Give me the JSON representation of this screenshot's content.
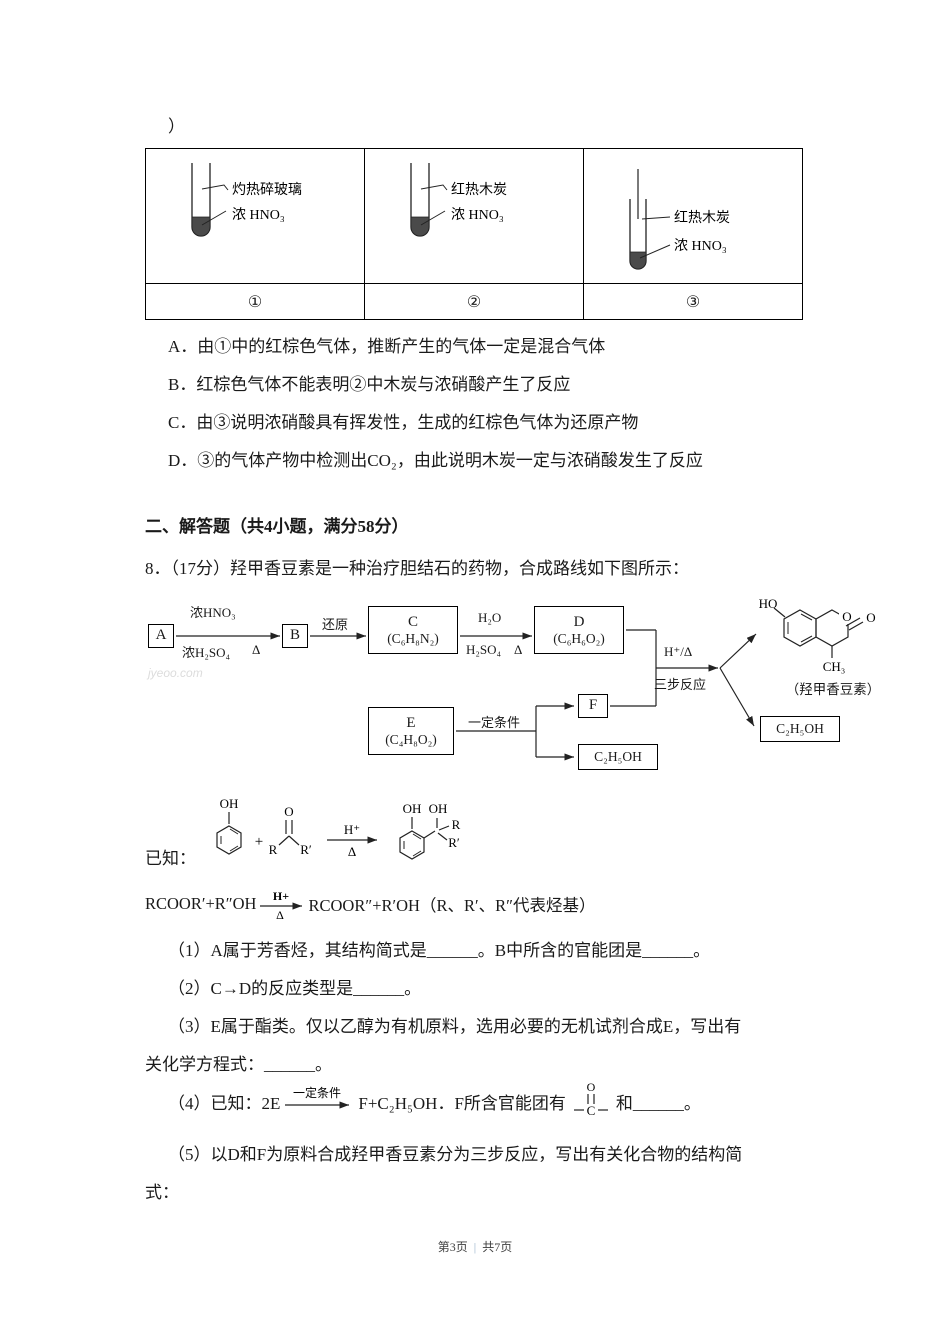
{
  "intro": {
    "close_paren": "）"
  },
  "table": {
    "cells": [
      {
        "top_label": "灼热碎玻璃",
        "bottom_label": "浓 HNO₃",
        "num": "①"
      },
      {
        "top_label": "红热木炭",
        "bottom_label": "浓 HNO₃",
        "num": "②"
      },
      {
        "top_label": "红热木炭",
        "bottom_label": "浓 HNO₃",
        "num": "③"
      }
    ]
  },
  "options": [
    "A．由①中的红棕色气体，推断产生的气体一定是混合气体",
    "B．红棕色气体不能表明②中木炭与浓硝酸产生了反应",
    "C．由③说明浓硝酸具有挥发性，生成的红棕色气体为还原产物",
    "D．③的气体产物中检测出CO₂，由此说明木炭一定与浓硝酸发生了反应"
  ],
  "section": {
    "title": "二、解答题（共4小题，满分58分）"
  },
  "q8": {
    "stem": "8．（17分）羟甲香豆素是一种治疗胆结石的药物，合成路线如下图所示："
  },
  "diagram": {
    "watermark": "jyeoo.com",
    "box_a": "A",
    "box_b": "B",
    "box_c_name": "C",
    "box_c_formula": "(C₆H₈N₂)",
    "box_d_name": "D",
    "box_d_formula": "(C₆H₆O₂)",
    "box_e_name": "E",
    "box_e_formula": "(C₄H₈O₂)",
    "box_f": "F",
    "ethanol_mid": "C₂H₅OH",
    "ethanol_right": "C₂H₅OH",
    "step1_top": "浓HNO₃",
    "step1_bottom": "浓H₂SO₄",
    "step1_delta": "Δ",
    "step2": "还原",
    "step3_top": "H₂O",
    "step3_bottom": "H₂SO₄",
    "step3_delta": "Δ",
    "step4_top": "H⁺/Δ",
    "step4_bottom": "三步反应",
    "step5": "一定条件",
    "coumarin": {
      "ho": "HO",
      "ring_o": "O",
      "carbonyl_o": "O",
      "ch3": "CH₃",
      "caption": "（羟甲香豆素）"
    }
  },
  "known": {
    "label": "已知：",
    "phenol_oh": "OH",
    "plus": "+",
    "ketone_o": "O",
    "ketone_r": "R",
    "ketone_rp": "R′",
    "arrow_top": "H⁺",
    "arrow_bottom": "Δ",
    "prod_oh1": "OH",
    "prod_oh2": "OH",
    "prod_r": "R",
    "prod_rp": "R′"
  },
  "equation": {
    "left": "RCOOR′+R″OH",
    "arrow_top": "H+",
    "arrow_bottom": "Δ",
    "right": "RCOOR″+R′OH（R、R′、R″代表烃基）"
  },
  "subq": {
    "q1": "（1）A属于芳香烃，其结构简式是______。B中所含的官能团是______。",
    "q2": "（2）C→D的反应类型是______。",
    "q3a": "（3）E属于酯类。仅以乙醇为有机原料，选用必要的无机试剂合成E，写出有",
    "q3b": "关化学方程式：______。",
    "q4_pre": "（4）已知：2E",
    "q4_arrow": "一定条件",
    "q4_mid": "F+C₂H₅OH．F所含官能团有",
    "q4_carbonyl_o": "O",
    "q4_carbonyl_c": "C",
    "q4_post": "和______。",
    "q5a": "（5）以D和F为原料合成羟甲香豆素分为三步反应，写出有关化合物的结构简",
    "q5b": "式："
  },
  "footer": {
    "page": "第3页",
    "sep": "|",
    "total": "共7页"
  }
}
